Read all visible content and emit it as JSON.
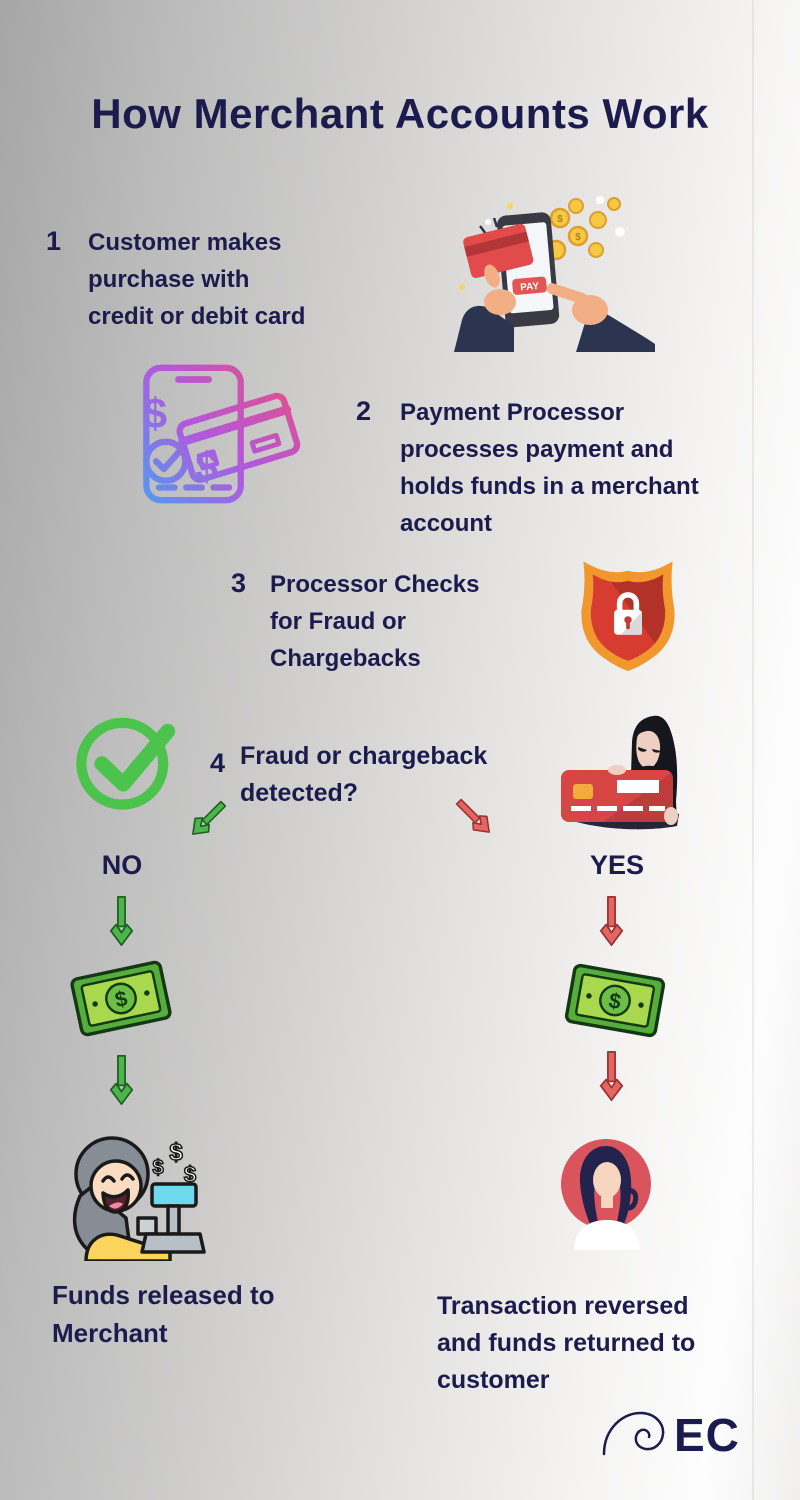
{
  "title": "How Merchant Accounts Work",
  "steps": [
    {
      "num": "1",
      "lines": [
        "Customer makes",
        "purchase with",
        "credit or debit card"
      ]
    },
    {
      "num": "2",
      "lines": [
        "Payment Processor",
        "processes payment and",
        "holds funds in a merchant",
        "account"
      ]
    },
    {
      "num": "3",
      "lines": [
        "Processor Checks",
        "for Fraud or",
        "Chargebacks"
      ]
    },
    {
      "num": "4",
      "lines": [
        "Fraud or chargeback",
        "detected?"
      ]
    }
  ],
  "decision": {
    "no_label": "NO",
    "yes_label": "YES",
    "no_outcome_lines": [
      "Funds released to",
      "Merchant"
    ],
    "yes_outcome_lines": [
      "Transaction reversed",
      "and funds returned to",
      "customer"
    ]
  },
  "hero": {
    "pay_button_label": "PAY"
  },
  "glyphs": {
    "dollar": "$"
  },
  "logo": {
    "text": "EC",
    "icon": "spiral-icon"
  },
  "colors": {
    "heading": "#1b1b4d",
    "background_left": "#a6a6a6",
    "background_right": "#fdfdfd",
    "check_green": "#4cc34c",
    "arrow_green": "#4db54d",
    "arrow_red": "#e56565",
    "shield_orange": "#f2962e",
    "shield_red": "#d63c30",
    "money_green": "#55ad3c",
    "money_light_green": "#a8d84d",
    "avatar_red": "#d9545c",
    "card_red": "#d84545",
    "icon_gradient": [
      "#ee4f72",
      "#b457dd",
      "#3ea7f5"
    ]
  }
}
